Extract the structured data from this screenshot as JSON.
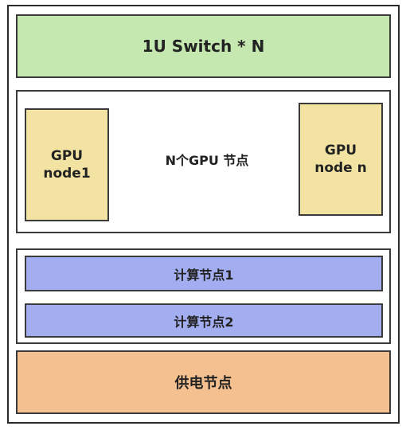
{
  "switch": {
    "label": "1U Switch * N"
  },
  "gpu_section": {
    "center_label": "N个GPU 节点",
    "left_node": {
      "line1": "GPU",
      "line2": "node1"
    },
    "right_node": {
      "line1": "GPU",
      "line2": "node n"
    }
  },
  "compute_section": {
    "nodes": [
      "计算节点1",
      "计算节点2"
    ]
  },
  "power": {
    "label": "供电节点"
  },
  "colors": {
    "switch": "#c5e8b0",
    "gpu_node": "#f2e3a3",
    "compute_node": "#a3aef0",
    "power": "#f5c08f"
  }
}
